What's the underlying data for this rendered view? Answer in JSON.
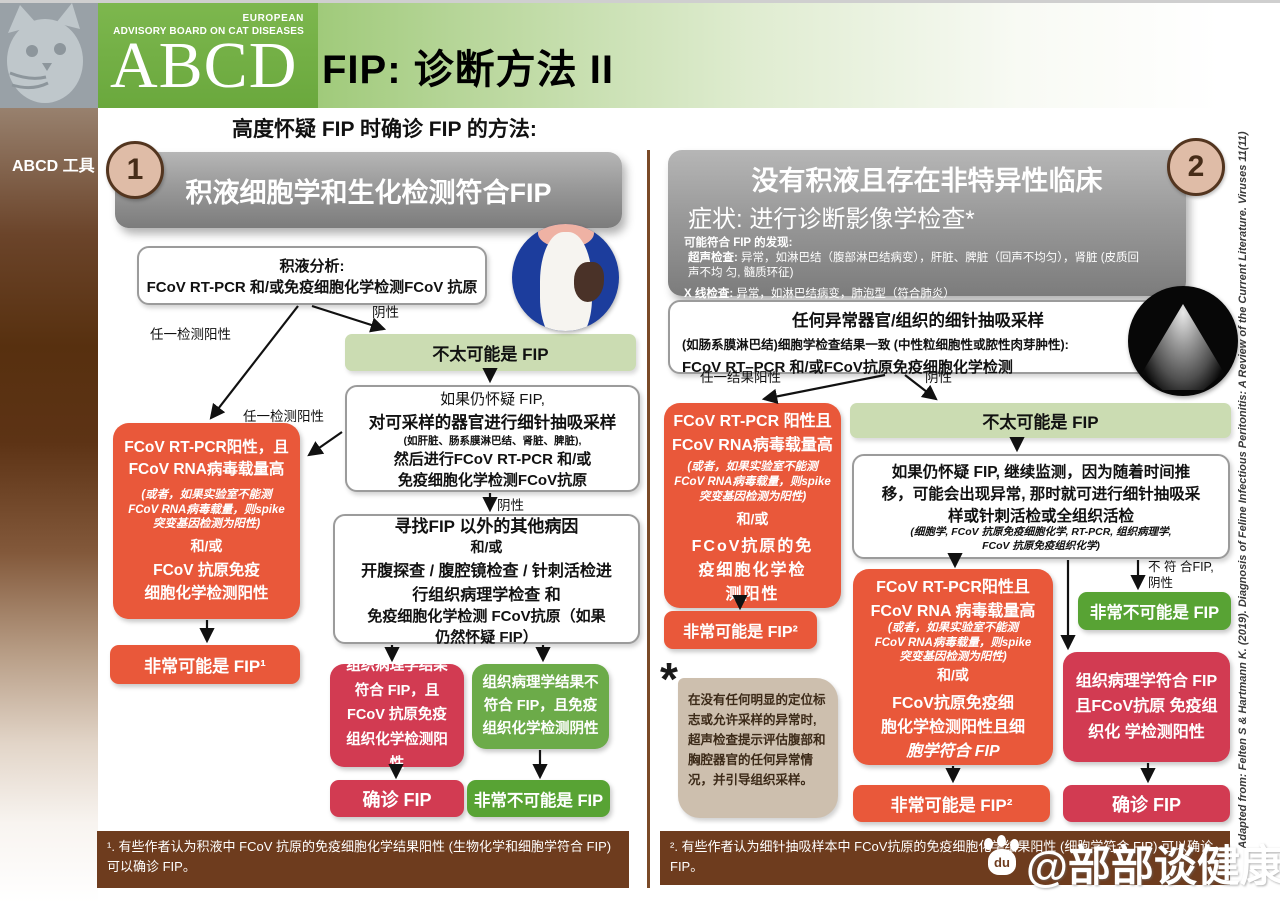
{
  "header": {
    "org_line1": "EUROPEAN",
    "org_line2": "ADVISORY BOARD ON CAT DISEASES",
    "logo": "ABCD",
    "title": "FIP: 诊断方法  II"
  },
  "sidebar": {
    "label": "ABCD 工具"
  },
  "intro": "高度怀疑 FIP 时确诊 FIP 的方法:",
  "col1": {
    "number": "1",
    "header": "积液细胞学和生化检测符合FIP",
    "effusion": {
      "line1": "积液分析:",
      "line2": "FCoV RT-PCR 和/或免疫细胞化学检测FCoV 抗原"
    },
    "lbl_negative1": "阴性",
    "lbl_any_positive1": "任一检测阳性",
    "lbl_any_positive2": "任一检测阳性",
    "box_unlikely": "不太可能是 FIP",
    "fna": {
      "lines": [
        "如果仍怀疑 FIP,",
        "对可采样的器官进行细针抽吸采样",
        "(如肝脏、肠系膜淋巴结、肾脏、脾脏),",
        "然后进行FCoV RT-PCR 和/或",
        "免疫细胞化学检测FCoV抗原"
      ]
    },
    "lbl_negative2": "阴性",
    "pcr_pos": {
      "lines": [
        "FCoV  RT-PCR阳性，且",
        "FCoV RNA病毒载量高",
        "(或者，如果实验室不能测",
        "FCoV RNA病毒载量，则spike",
        "突变基因检测为阳性)",
        "和/或",
        "FCoV 抗原免疫",
        "细胞化学检测阳性"
      ]
    },
    "other_causes": {
      "lines": [
        "寻找FIP 以外的其他病因",
        "和/或",
        "开腹探查 / 腹腔镜检查 / 针刺活检进",
        "行组织病理学检查 和",
        "免疫细胞化学检测 FCoV抗原（如果",
        "仍然怀疑 FIP）"
      ]
    },
    "box_very_likely": "非常可能是 FIP¹",
    "box_histo_pos": "组织病理学结果符合 FIP，且FCoV 抗原免疫组织化学检测阳性",
    "box_histo_neg": "组织病理学结果不符合 FIP，且免疫组织化学检测阴性",
    "box_confirmed": "确诊 FIP",
    "box_very_unlikely": "非常不可能是 FIP",
    "footnote": "¹. 有些作者认为积液中 FCoV 抗原的免疫细胞化学结果阳性 (生物化学和细胞学符合 FIP) 可以确诊 FIP。"
  },
  "col2": {
    "number": "2",
    "header_line1": "没有积液且存在非特异性临床",
    "header_line2": "症状: 进行诊断影像学检查*",
    "findings_title": "可能符合 FIP 的发现:",
    "finding_us_label": "超声检查:",
    "finding_us_text": " 异常，如淋巴结（腹部淋巴结病变），肝脏、脾脏（回声不均匀），肾脏 (皮质回声不均 匀, 髓质环征)",
    "finding_xray_label": "X 线检查:",
    "finding_xray_text": " 异常，如淋巴结病变，肺泡型（符合肺炎）",
    "fna_title": "任何异常器官/组织的细针抽吸采样",
    "fna_sub1": "(如肠系膜淋巴结)细胞学检查结果一致 (中性粒细胞性或脓性肉芽肿性):",
    "fna_sub2": "FCoV RT–PCR 和/或FCoV抗原免疫细胞化学检测",
    "lbl_any_positive": "任一结果阳性",
    "lbl_negative": "阴性",
    "box_unlikely": "不太可能是 FIP",
    "pcr_pos_left": {
      "lines": [
        "FCoV RT-PCR 阳性且",
        "FCoV RNA病毒载量高",
        "(或者，如果实验室不能测",
        "FCoV RNA病毒载量，则spike",
        "突变基因检测为阳性)",
        "和/或",
        "FCoV抗原的免",
        "疫细胞化学检",
        "测阳性"
      ]
    },
    "box_very_likely_left": "非常可能是 FIP²",
    "monitor": {
      "lines": [
        "如果仍怀疑 FIP, 继续监测，因为随着时间推",
        "移，可能会出现异常, 那时就可进行细针抽吸采",
        "样或针刺活检或全组织活检",
        "(细胞学, FCoV 抗原免疫细胞化学, RT-PCR, 组织病理学,",
        "FCoV 抗原免疫组织化学)"
      ]
    },
    "lbl_not_fip_line1": "不 符 合FIP,",
    "lbl_not_fip_line2": "阴性",
    "box_very_unlikely": "非常不可能是 FIP",
    "pcr_pos_mid": {
      "lines": [
        "FCoV RT-PCR阳性且",
        "FCoV RNA 病毒载量高",
        "(或者，如果实验室不能测",
        "FCoV RNA病毒载量，则spike",
        "突变基因检测为阳性)",
        "和/或",
        "FCoV抗原免疫细",
        "胞化学检测阳性且细",
        "胞学符合 FIP"
      ]
    },
    "box_histo_pos": "组织病理学符合 FIP 且FCoV抗原 免疫组织化 学检测阳性",
    "box_very_likely_mid": "非常可能是 FIP²",
    "box_confirmed": "确诊 FIP",
    "footnote": "². 有些作者认为细针抽吸样本中 FCoV抗原的免疫细胞化学结果阳性 (细胞学符合 FIP) 可以确诊 FIP。"
  },
  "asterisk_note": {
    "mark": "*",
    "text": "在没有任何明显的定位标志或允许采样的异常时, 超声检查提示评估腹部和胸腔器官的任何异常情况，并引导组织采样。"
  },
  "citation": "Adapted from: Felten S & Hartmann K. (2019). Diagnosis of Feline Infectious Peritonitis: A Review of the Current Literature. Viruses 11(11)",
  "watermark": {
    "handle": "@部部谈健康",
    "logo_text": "du"
  }
}
